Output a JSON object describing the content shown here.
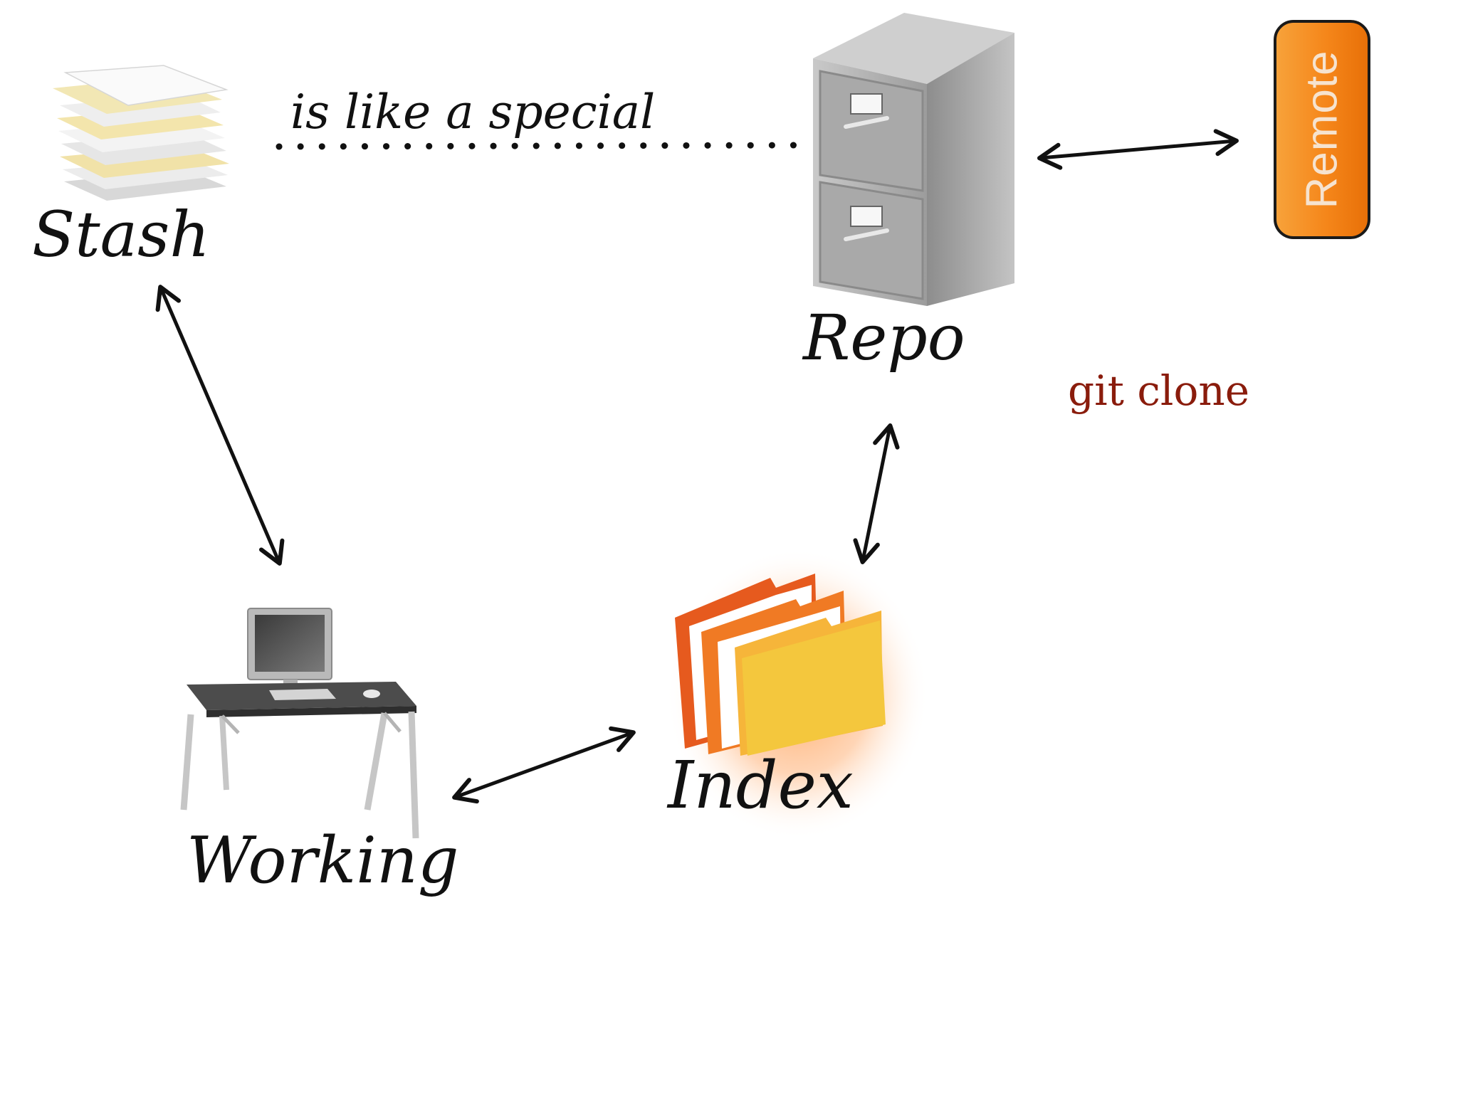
{
  "labels": {
    "stash": "Stash",
    "repo": "Repo",
    "working": "Working",
    "index": "Index",
    "remote": "Remote",
    "relation": "is like a special",
    "command": "git clone"
  },
  "colors": {
    "command_text": "#8a1c0c",
    "remote_fill": "#f5861a",
    "index_glow": "#ffb37a",
    "ink": "#111111"
  },
  "icons": {
    "stash": "paper-stack-icon",
    "repo": "filing-cabinet-icon",
    "working": "computer-desk-icon",
    "index": "folders-icon"
  }
}
